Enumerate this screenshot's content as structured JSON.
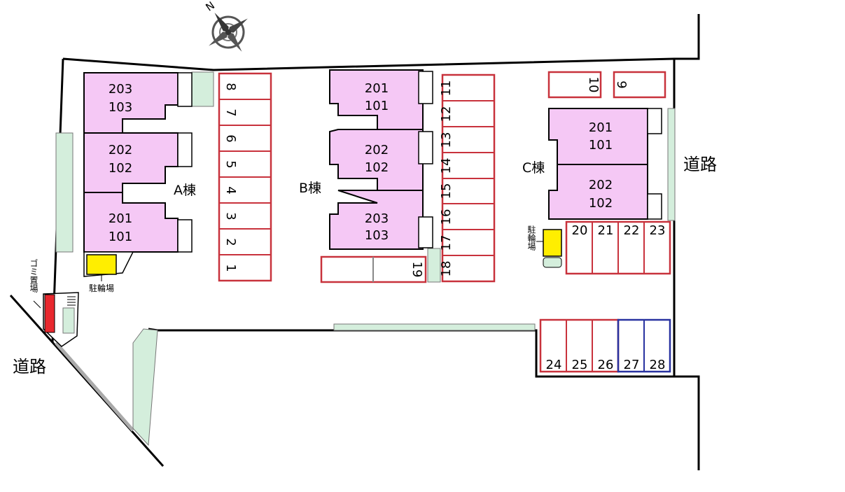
{
  "title_compass": "N",
  "roads": {
    "left": "道路",
    "right": "道路"
  },
  "buildings": {
    "A": {
      "name": "A棟",
      "units": [
        [
          "203",
          "103"
        ],
        [
          "202",
          "102"
        ],
        [
          "201",
          "101"
        ]
      ]
    },
    "B": {
      "name": "B棟",
      "units": [
        [
          "201",
          "101"
        ],
        [
          "202",
          "102"
        ],
        [
          "203",
          "103"
        ]
      ]
    },
    "C": {
      "name": "C棟",
      "units": [
        [
          "201",
          "101"
        ],
        [
          "202",
          "102"
        ]
      ]
    }
  },
  "parking": {
    "col_a": [
      "8",
      "7",
      "6",
      "5",
      "4",
      "3",
      "2",
      "1"
    ],
    "col_b": [
      "11",
      "12",
      "13",
      "14",
      "15",
      "16",
      "17",
      "18"
    ],
    "b_side": "19",
    "top_right": [
      "10",
      "9"
    ],
    "row_c": [
      "20",
      "21",
      "22",
      "23"
    ],
    "row_bottom": [
      "24",
      "25",
      "26",
      "27",
      "28"
    ]
  },
  "bicycle_parking": "駐輪場",
  "garbage": "ゴミ置場",
  "colors": {
    "unit_fill": "#f5c8f5",
    "parking_red": "#c8323c",
    "parking_blue": "#2832a0",
    "green": "#d4eedc",
    "yellow": "#ffee00"
  }
}
